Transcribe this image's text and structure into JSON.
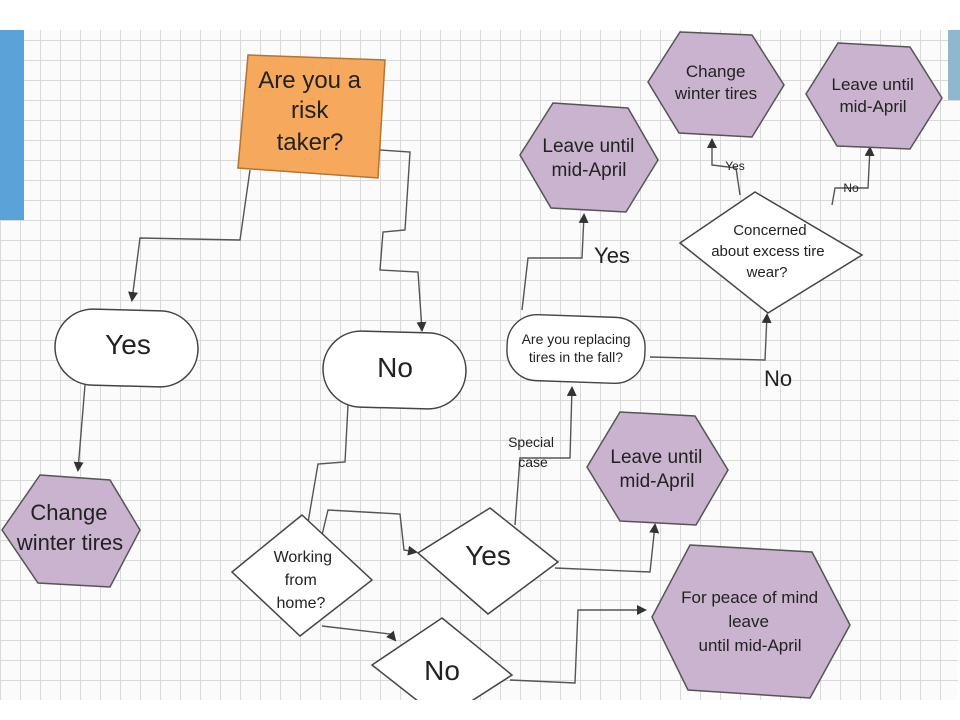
{
  "nodes": {
    "risk": [
      "Are you a",
      "risk",
      "taker?"
    ],
    "yes_main": "Yes",
    "no_main": "No",
    "change_left": [
      "Change",
      "winter tires"
    ],
    "working": [
      "Working",
      "from",
      "home?"
    ],
    "yes_work": "Yes",
    "no_work": "No",
    "replacing": [
      "Are you replacing",
      "tires in the fall?"
    ],
    "leave_top": [
      "Leave until",
      "mid-April"
    ],
    "leave_mid": [
      "Leave until",
      "mid-April"
    ],
    "peace": [
      "For peace of mind",
      "leave",
      "until mid-April"
    ],
    "concerned": [
      "Concerned",
      "about excess tire",
      "wear?"
    ],
    "change_top": [
      "Change",
      "winter tires"
    ],
    "leave_right": [
      "Leave until",
      "mid-April"
    ]
  },
  "edge_labels": {
    "special": [
      "Special",
      "case"
    ],
    "yes_replacing": "Yes",
    "no_replacing": "No",
    "yes_concerned": "Yes",
    "no_concerned": "No"
  },
  "colors": {
    "decision_start": "#f6a95c",
    "outcome": "#c9b3cf",
    "line": "#555555"
  }
}
